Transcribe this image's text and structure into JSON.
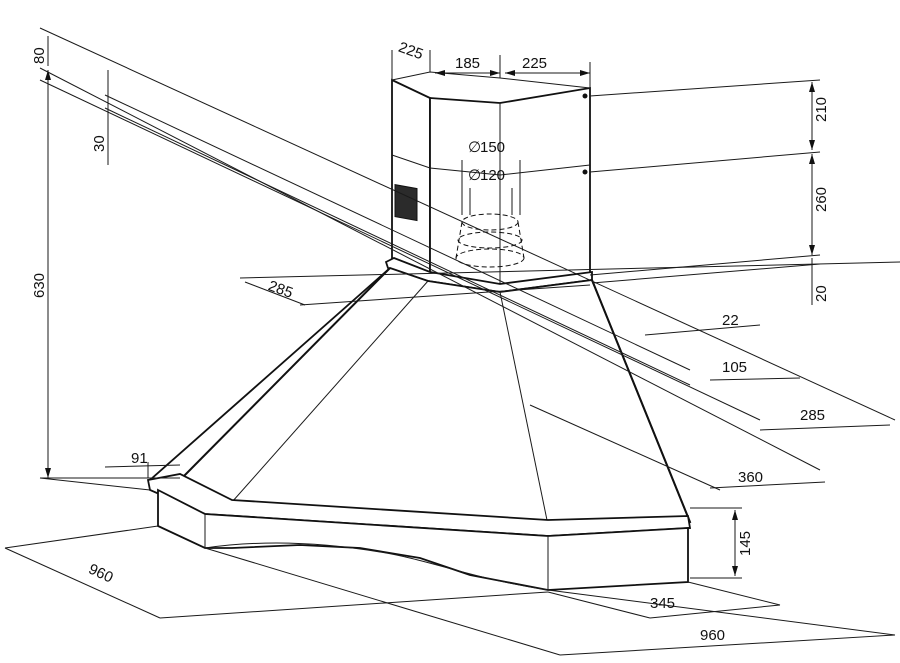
{
  "dimensions": {
    "chimney_side_left": "225",
    "chimney_front": "185",
    "chimney_side_right": "225",
    "height_top_section": "210",
    "height_mid_section": "260",
    "height_base_trim": "20",
    "flue_outer": "150",
    "flue_inner": "120",
    "offset_top_80": "80",
    "offset_30": "30",
    "total_height": "630",
    "depth_285_left": "285",
    "depth_22": "22",
    "depth_105": "105",
    "depth_285_right": "285",
    "depth_360": "360",
    "lip_91": "91",
    "hood_height": "145",
    "canopy_front_345": "345",
    "width_left": "960",
    "width_right": "960"
  },
  "symbols": {
    "diameter": "∅"
  }
}
